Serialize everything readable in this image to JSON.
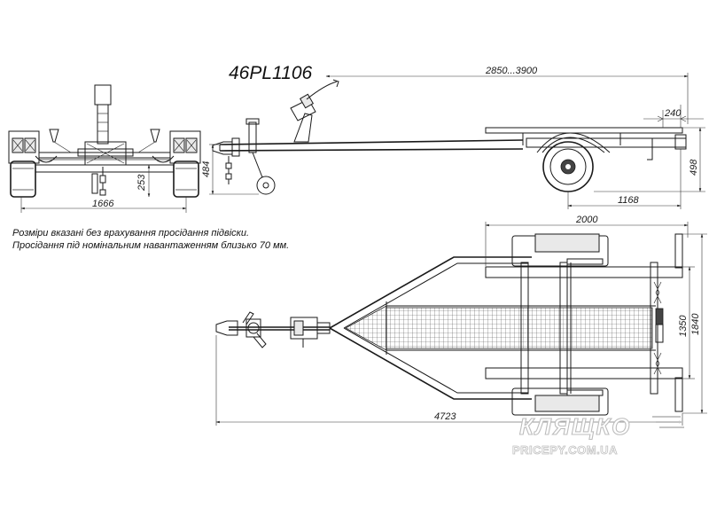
{
  "title": "46PL1106",
  "notes": [
    "Розміри вказані без врахування просідання підвіски.",
    "Просідання під номінальним навантаженням близько 70 мм."
  ],
  "front_view": {
    "dims": {
      "track_width": "1666",
      "height": "484",
      "axle_height": "253"
    }
  },
  "side_view": {
    "dims": {
      "length_range": "2850...3900",
      "rear_overhang": "240",
      "platform_height": "498",
      "axle_to_rear": "1168"
    }
  },
  "top_view": {
    "dims": {
      "frame_width": "2000",
      "total_length": "4723",
      "inner_width": "1350",
      "outer_width": "1840"
    }
  },
  "watermark": {
    "brand": "КЛЯЩКО",
    "site": "PRICEPY.COM.UA"
  }
}
